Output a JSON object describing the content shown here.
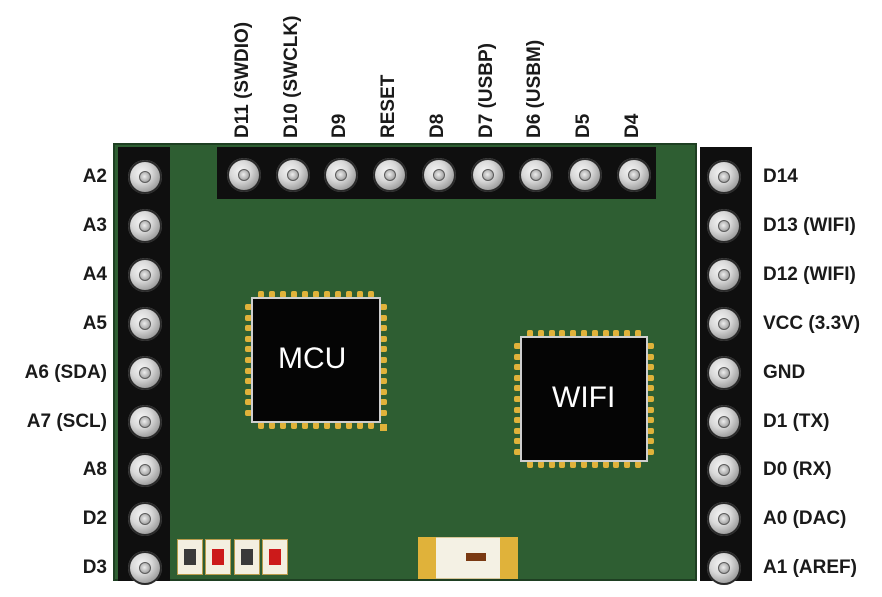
{
  "top_pins": [
    "D11 (SWDIO)",
    "D10 (SWCLK)",
    "D9",
    "RESET",
    "D8",
    "D7 (USBP)",
    "D6 (USBM)",
    "D5",
    "D4"
  ],
  "left_pins": [
    "A2",
    "A3",
    "A4",
    "A5",
    "A6 (SDA)",
    "A7 (SCL)",
    "A8",
    "D2",
    "D3"
  ],
  "right_pins": [
    "D14",
    "D13 (WIFI)",
    "D12 (WIFI)",
    "VCC (3.3V)",
    "GND",
    "D1 (TX)",
    "D0 (RX)",
    "A0 (DAC)",
    "A1 (AREF)"
  ],
  "chips": {
    "mcu": "MCU",
    "wifi": "WIFI"
  },
  "colors": {
    "board": "#2e5e32",
    "header": "#0f0f0f",
    "chip": "#050505",
    "pad": "#e0b23a"
  }
}
